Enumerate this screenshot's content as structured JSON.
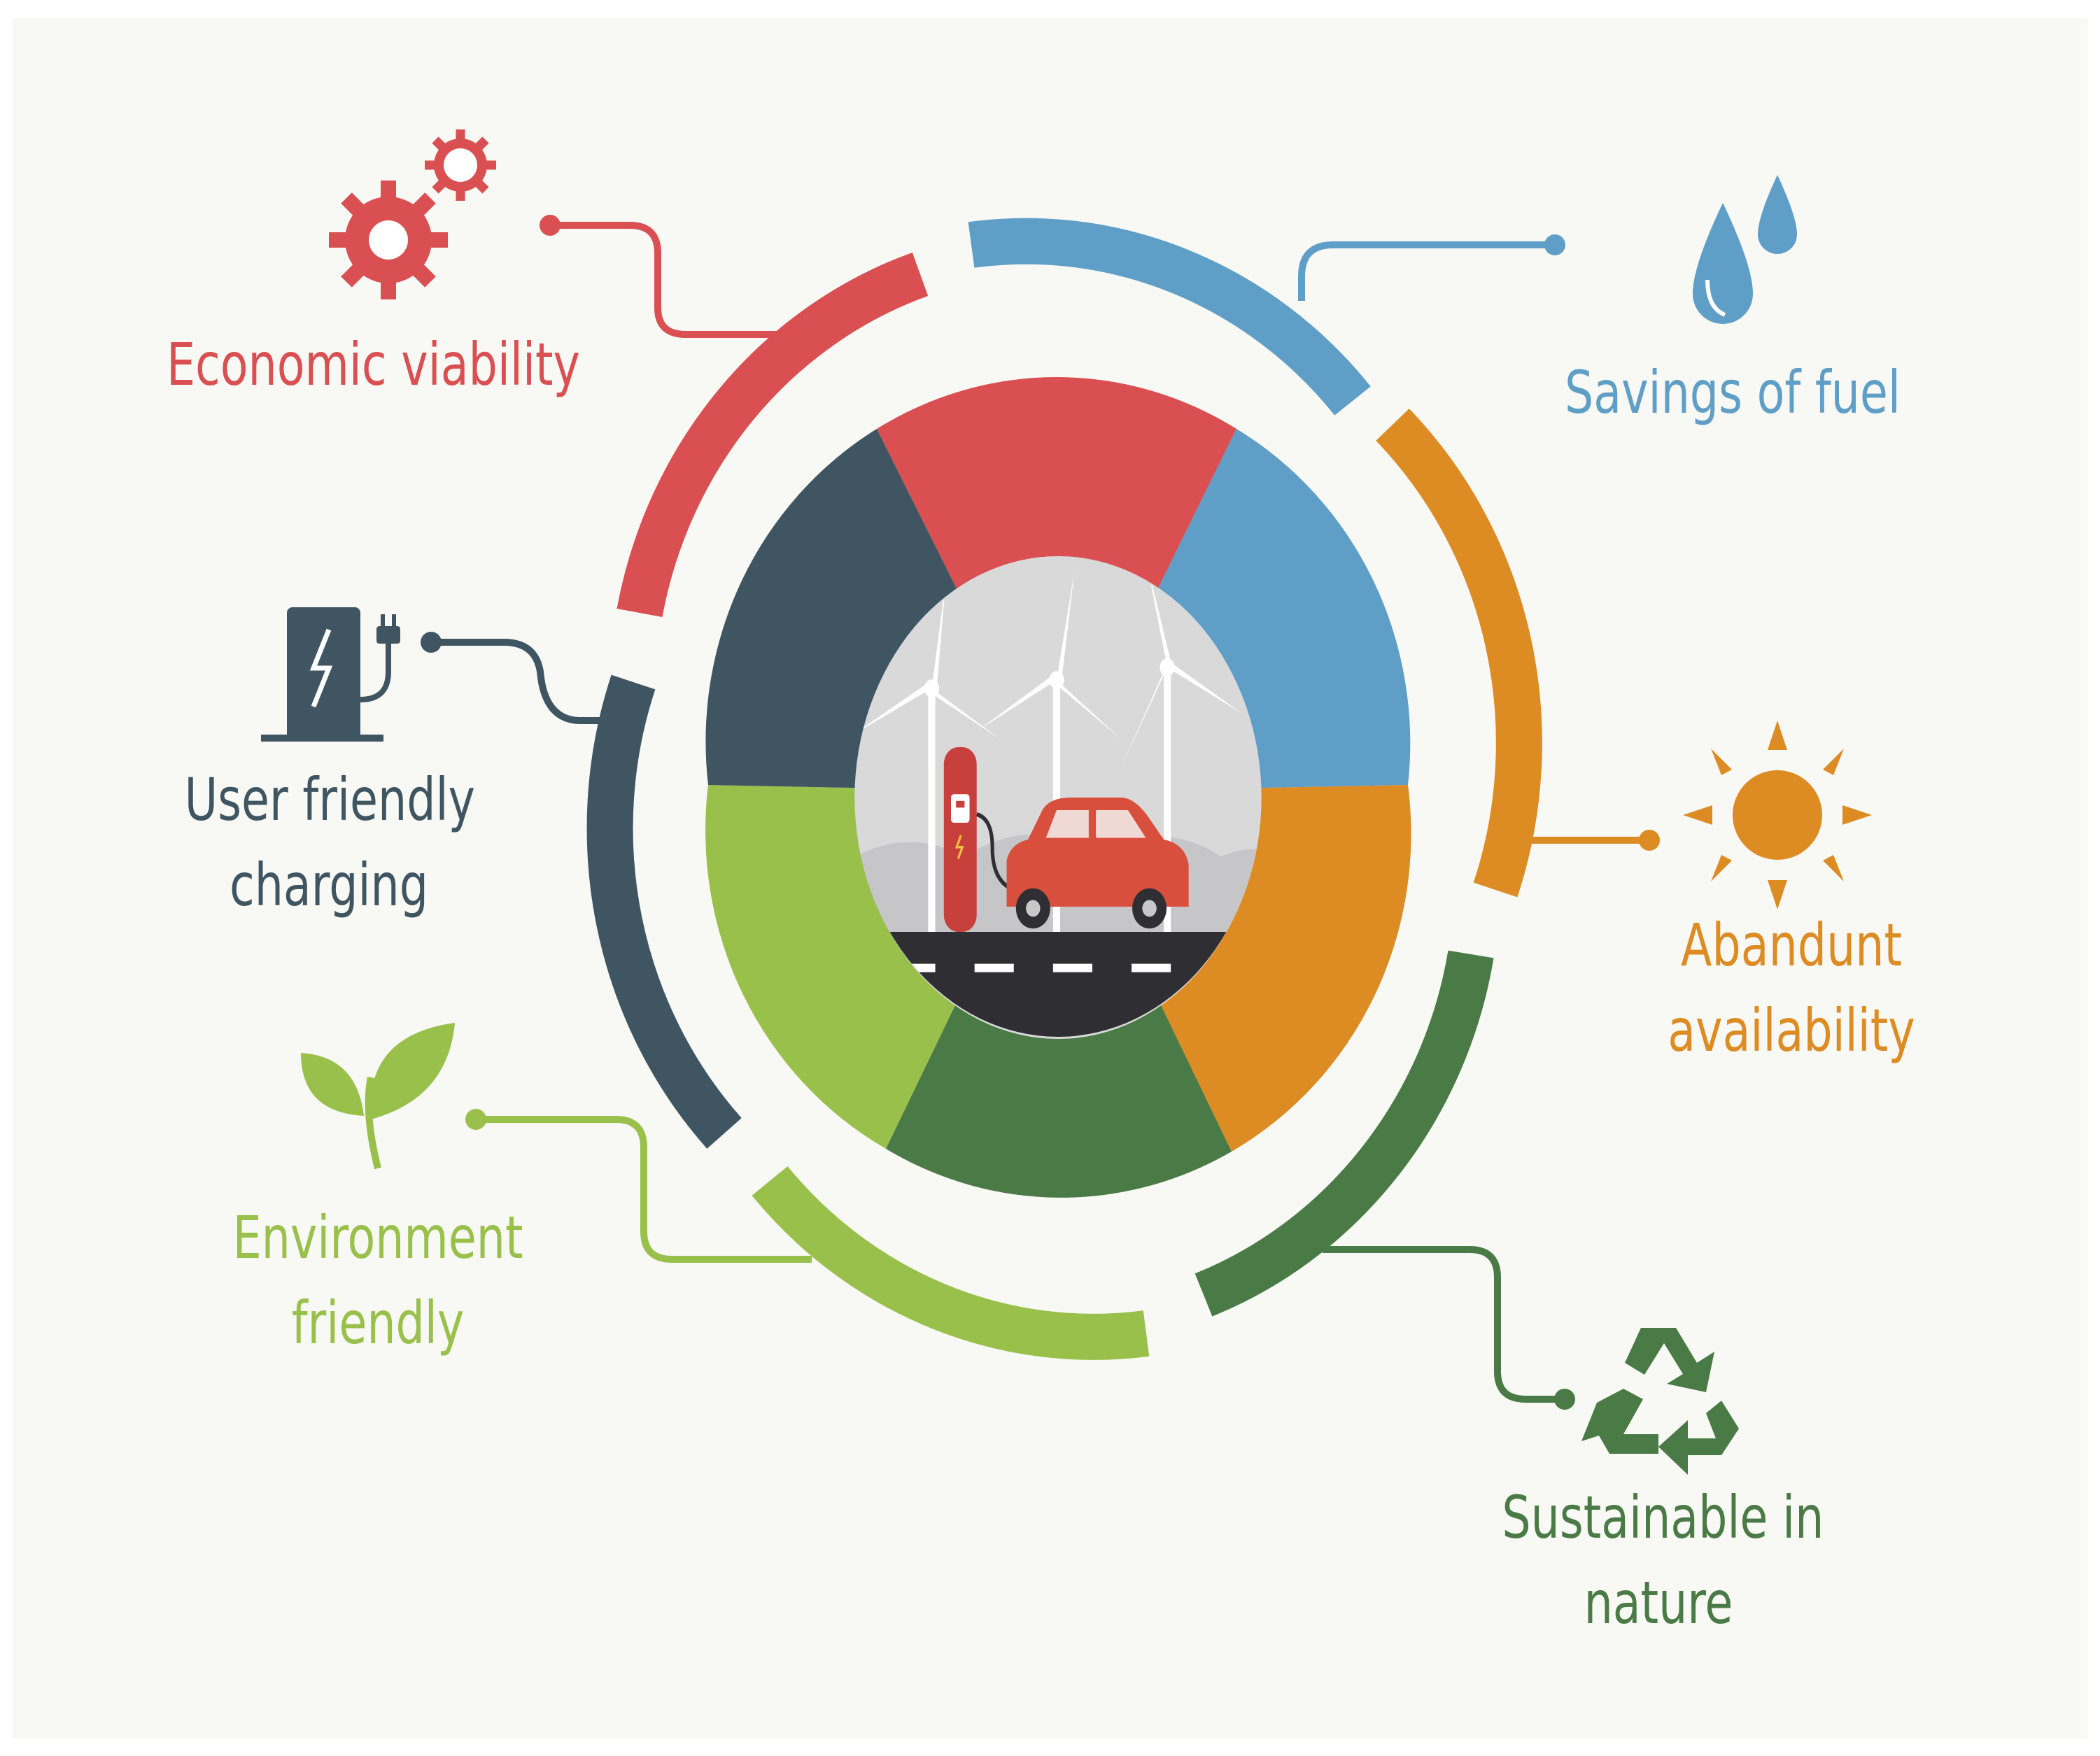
{
  "labels": {
    "economic_viability": "Economic viability",
    "savings_of_fuel": "Savings of fuel",
    "user_friendly": [
      "User friendly",
      "charging"
    ],
    "abandunt_availability": [
      "Abandunt",
      "availability"
    ],
    "environment_friendly": [
      "Environment",
      "friendly"
    ],
    "sustainable": [
      "Sustainable in",
      "nature"
    ]
  },
  "icons": {
    "economic_viability": "gears-icon",
    "savings_of_fuel": "water-drops-icon",
    "user_friendly": "charging-station-icon",
    "abandunt_availability": "sun-icon",
    "environment_friendly": "leaf-sprout-icon",
    "sustainable": "recycle-icon",
    "center": "ev-charging-wind-turbines-illustration"
  },
  "colors": {
    "red": "#d94f52",
    "blue": "#5f9ec7",
    "orange": "#dd8b23",
    "dark_green": "#4a7a45",
    "light_green": "#98c04a",
    "slate": "#3f5562",
    "background": "#f8f9f4"
  }
}
